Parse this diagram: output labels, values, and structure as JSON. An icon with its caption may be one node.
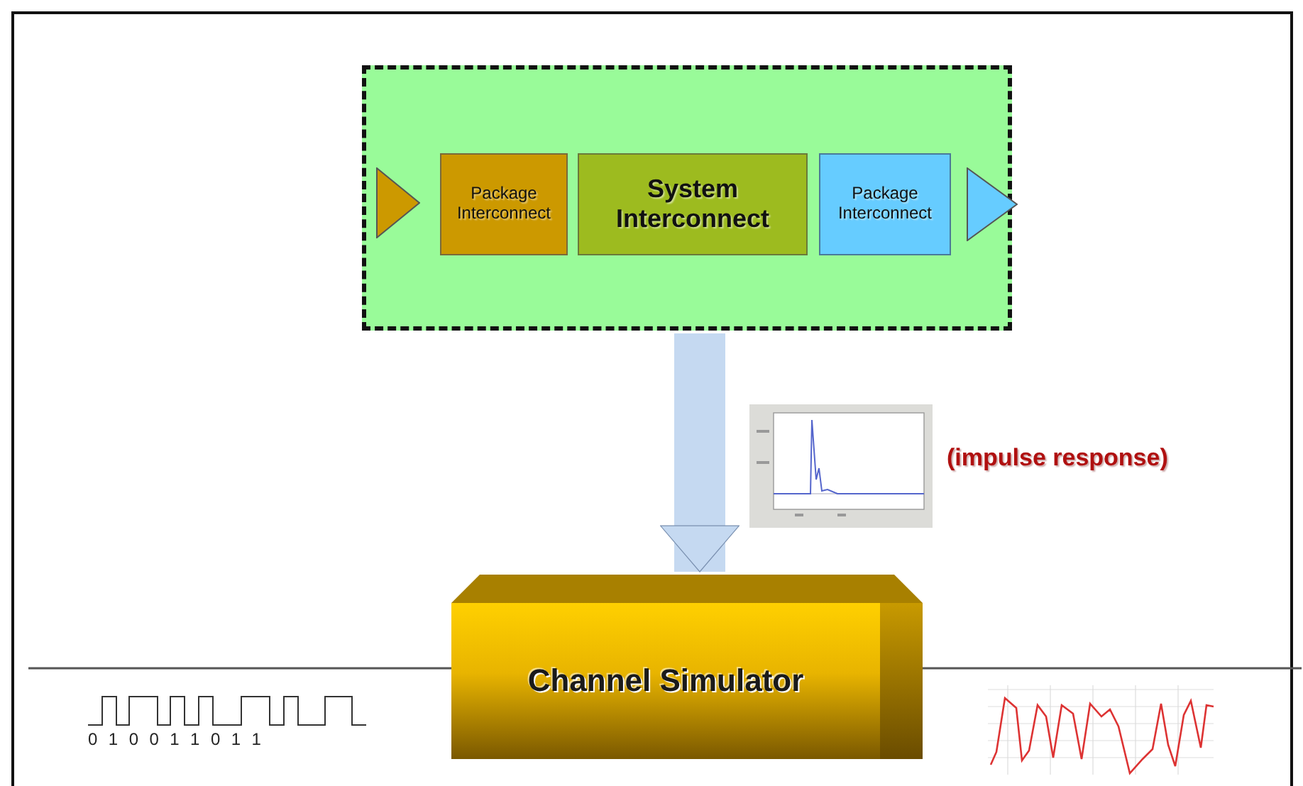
{
  "diagram": {
    "nodes": [
      {
        "text": [],
        "shape": "box"
      },
      {
        "text": [],
        "shape": "triangle",
        "in": 0
      },
      {
        "text": [
          "Package Interconnect"
        ],
        "in": 0
      },
      {
        "text": [
          "System Interconnect"
        ],
        "in": 0
      },
      {
        "text": [
          "Package Interconnect"
        ],
        "in": 0
      },
      {
        "text": [],
        "shape": "triangle",
        "in": 0
      },
      {
        "text": [
          "Channel Simulator"
        ]
      }
    ],
    "edges": [
      {
        "from": 0,
        "to": 6,
        "arrow": "to",
        "style": "thick",
        "color": "#c5d9f1"
      },
      {
        "from": null,
        "to": 6,
        "arrow": "none"
      },
      {
        "from": 6,
        "to": null,
        "arrow": "none"
      }
    ],
    "labels": [
      "(impulse response)",
      "0 1 0 0 1 1 0 1 1"
    ]
  }
}
